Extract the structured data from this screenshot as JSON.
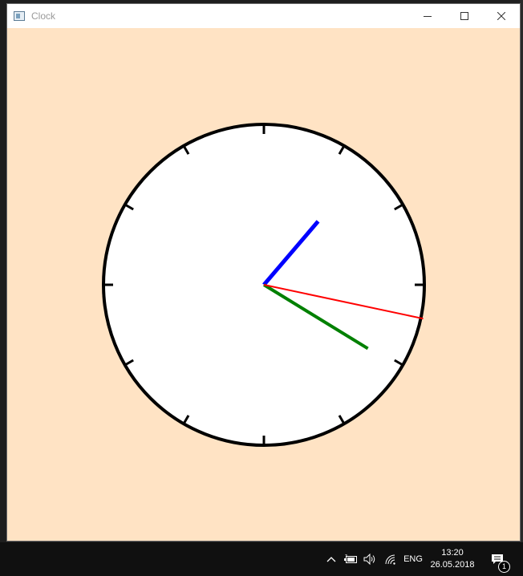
{
  "window": {
    "title": "Clock",
    "background": "#ffe3c4",
    "controls": [
      "minimize-icon",
      "maximize-icon",
      "close-icon"
    ]
  },
  "clock": {
    "face_color": "#ffffff",
    "rim_color": "#000000",
    "tick_count": 12,
    "hands": [
      {
        "name": "hour-hand",
        "color": "#0000ff",
        "angle_deg": 40.5
      },
      {
        "name": "minute-hand",
        "color": "#008000",
        "angle_deg": 121.5
      },
      {
        "name": "second-hand",
        "color": "#ff0000",
        "angle_deg": 102
      }
    ]
  },
  "taskbar": {
    "tray_icons": [
      "chevron-up-icon",
      "battery-icon",
      "volume-icon",
      "network-icon"
    ],
    "language": "ENG",
    "time": "13:20",
    "date": "26.05.2018",
    "notification_count": "1"
  }
}
